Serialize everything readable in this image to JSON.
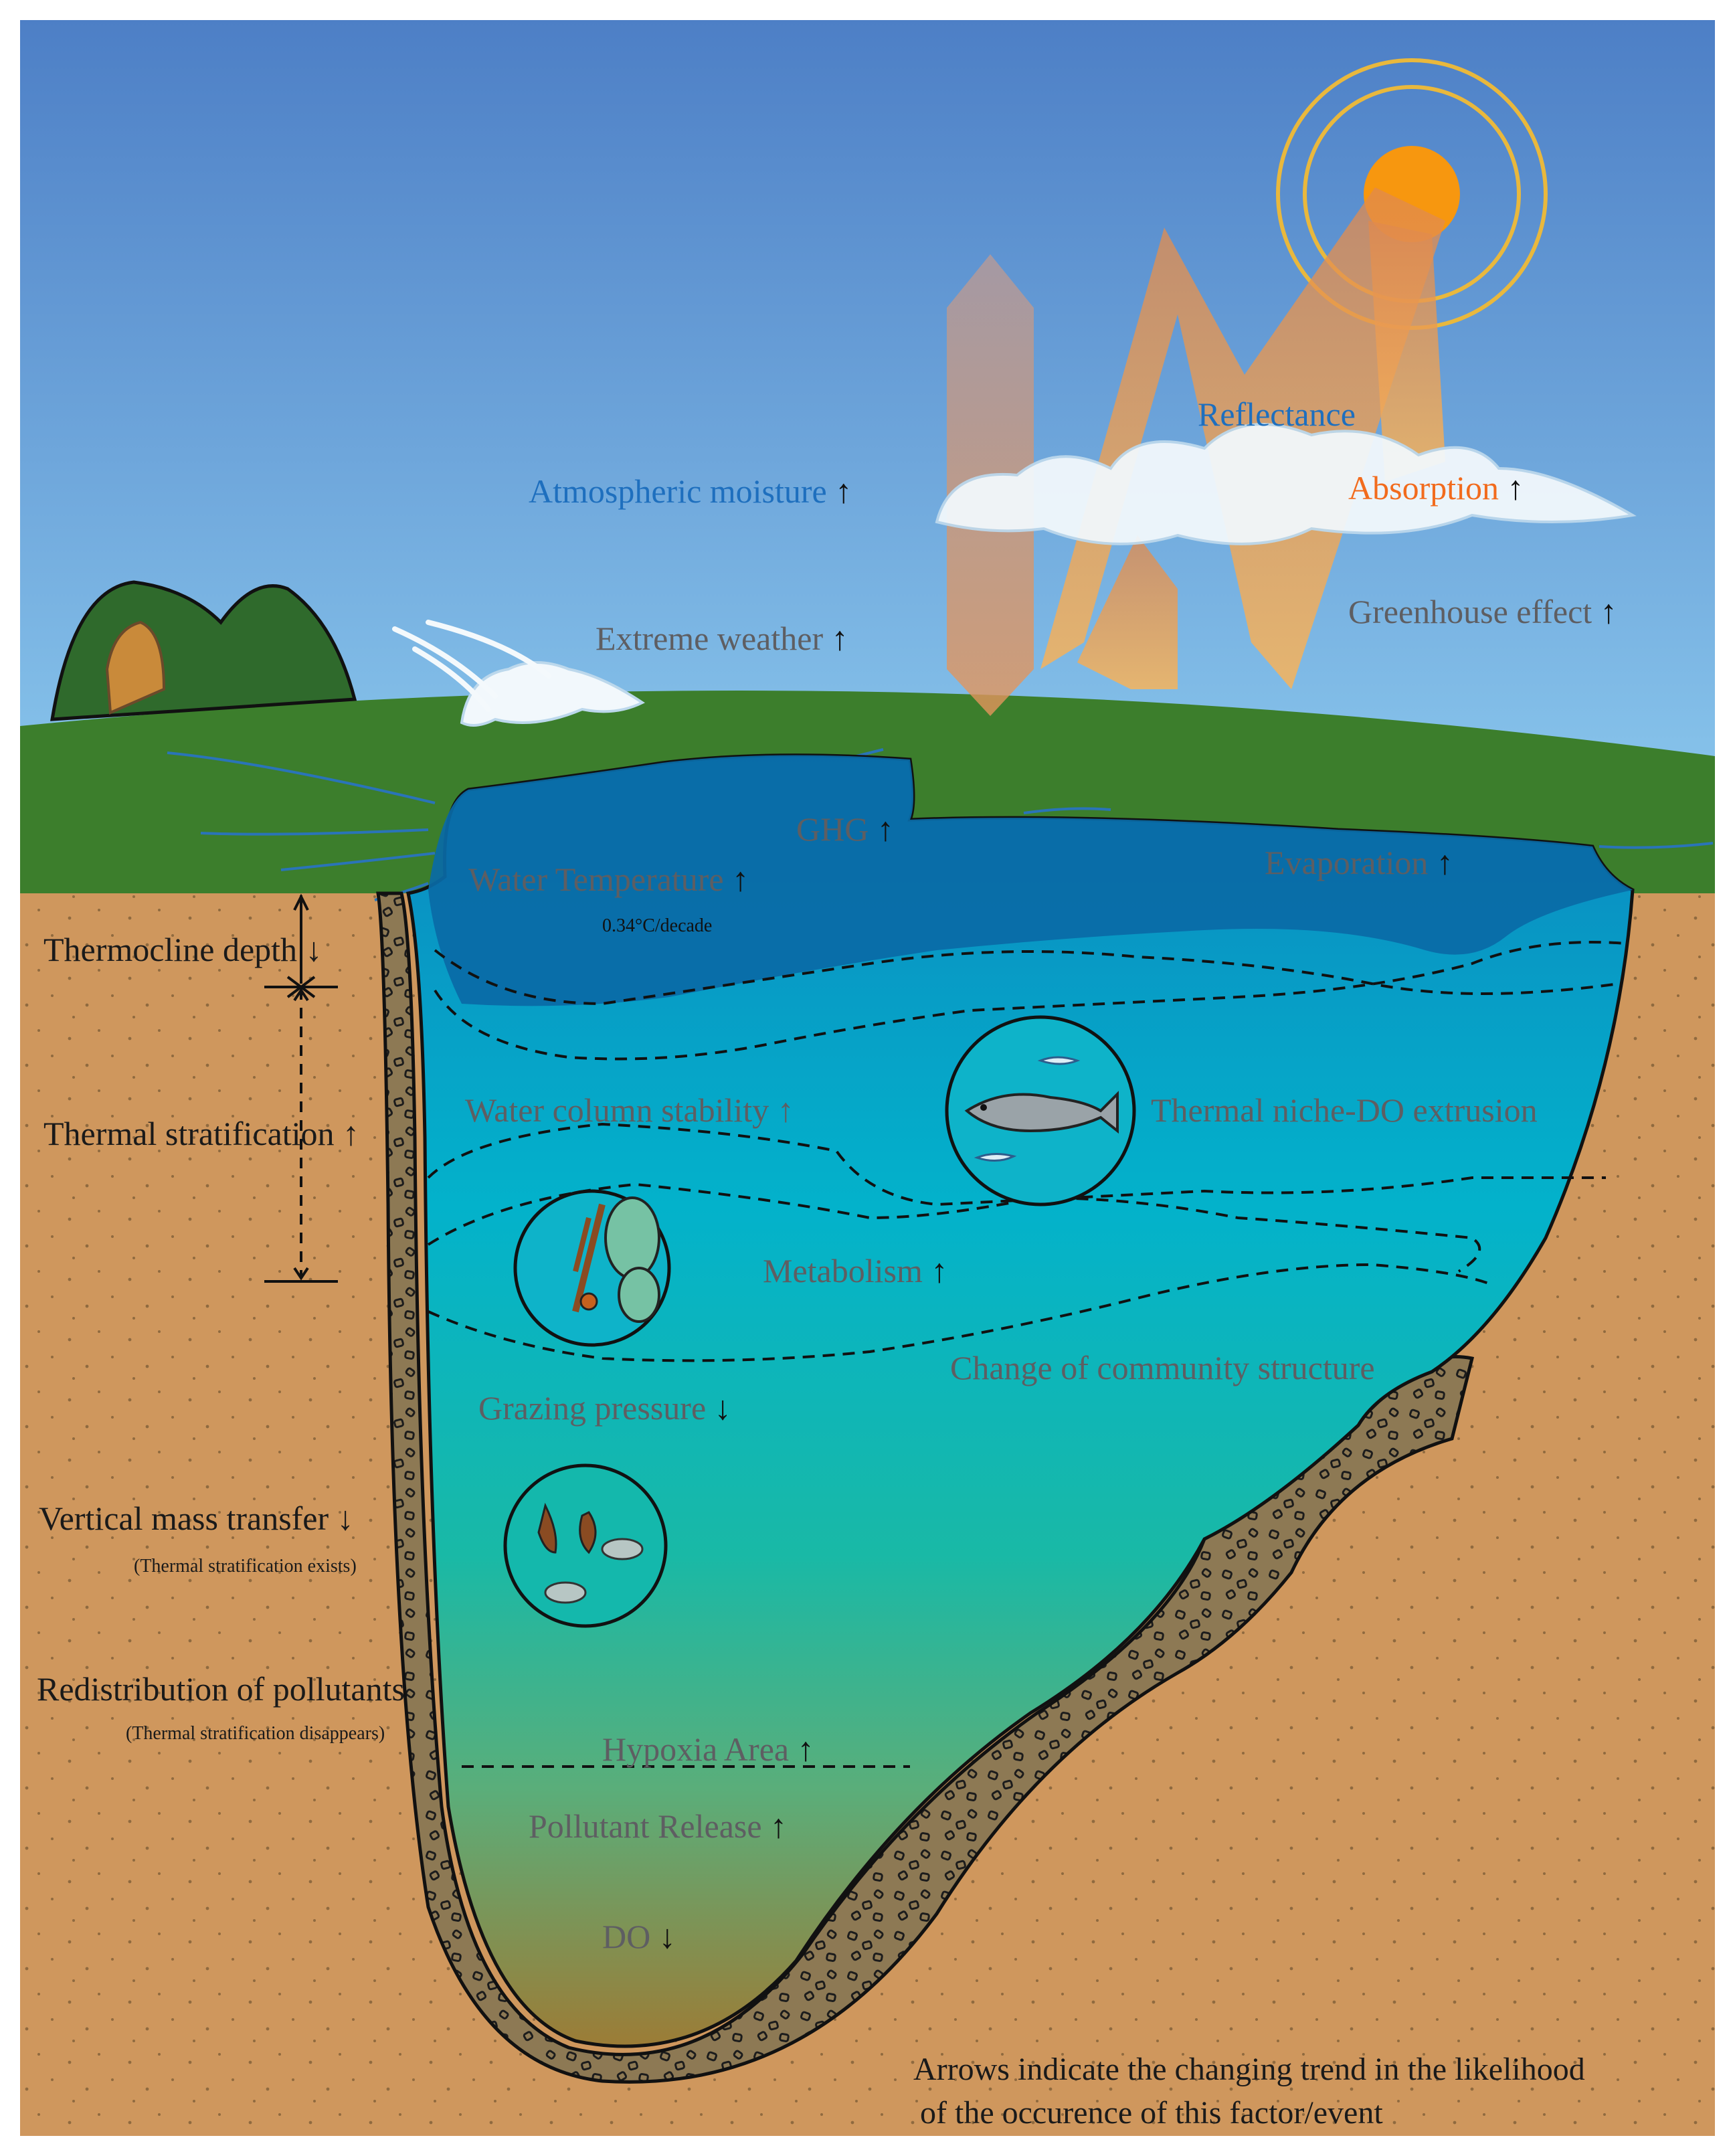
{
  "colors": {
    "sky_top": "#4f80c6",
    "sky_bottom": "#8ccbef",
    "grass": "#3c7e2c",
    "soil": "#cf975d",
    "water_top": "#0a6ba5",
    "water_mid": "#06b3c9",
    "water_bottom": "#8f7a3c",
    "sediment": "#8d7954",
    "sun": "#f7970f",
    "blue_text": "#1e6fbe",
    "orange_text": "#f26b1d",
    "gray_text": "#5e5e62",
    "dark_text": "#1a1a1a"
  },
  "labels": {
    "reflectance": "Reflectance",
    "atmospheric_moisture": "Atmospheric moisture",
    "absorption": "Absorption",
    "greenhouse_effect": "Greenhouse effect",
    "extreme_weather": "Extreme weather",
    "ghg": "GHG",
    "water_temperature": "Water Temperature",
    "water_temperature_rate": "0.34°C/decade",
    "evaporation": "Evaporation",
    "thermocline_depth": "Thermocline depth",
    "thermal_stratification": "Thermal stratification",
    "water_column_stability": "Water column stability",
    "thermal_niche": "Thermal niche-DO extrusion",
    "metabolism": "Metabolism",
    "community_structure": "Change of community structure",
    "grazing_pressure": "Grazing pressure",
    "vertical_mass_transfer": "Vertical mass transfer",
    "vertical_mass_transfer_note": "(Thermal stratification exists)",
    "redistribution": "Redistribution of pollutants",
    "redistribution_note": "(Thermal stratification disappears)",
    "hypoxia_area": "Hypoxia Area",
    "pollutant_release": "Pollutant Release",
    "do": "DO",
    "footnote_line1": "Arrows indicate the changing trend in the likelihood",
    "footnote_line2": "of the occurence of this factor/event"
  },
  "arrows": {
    "up": "↑",
    "down": "↓"
  }
}
